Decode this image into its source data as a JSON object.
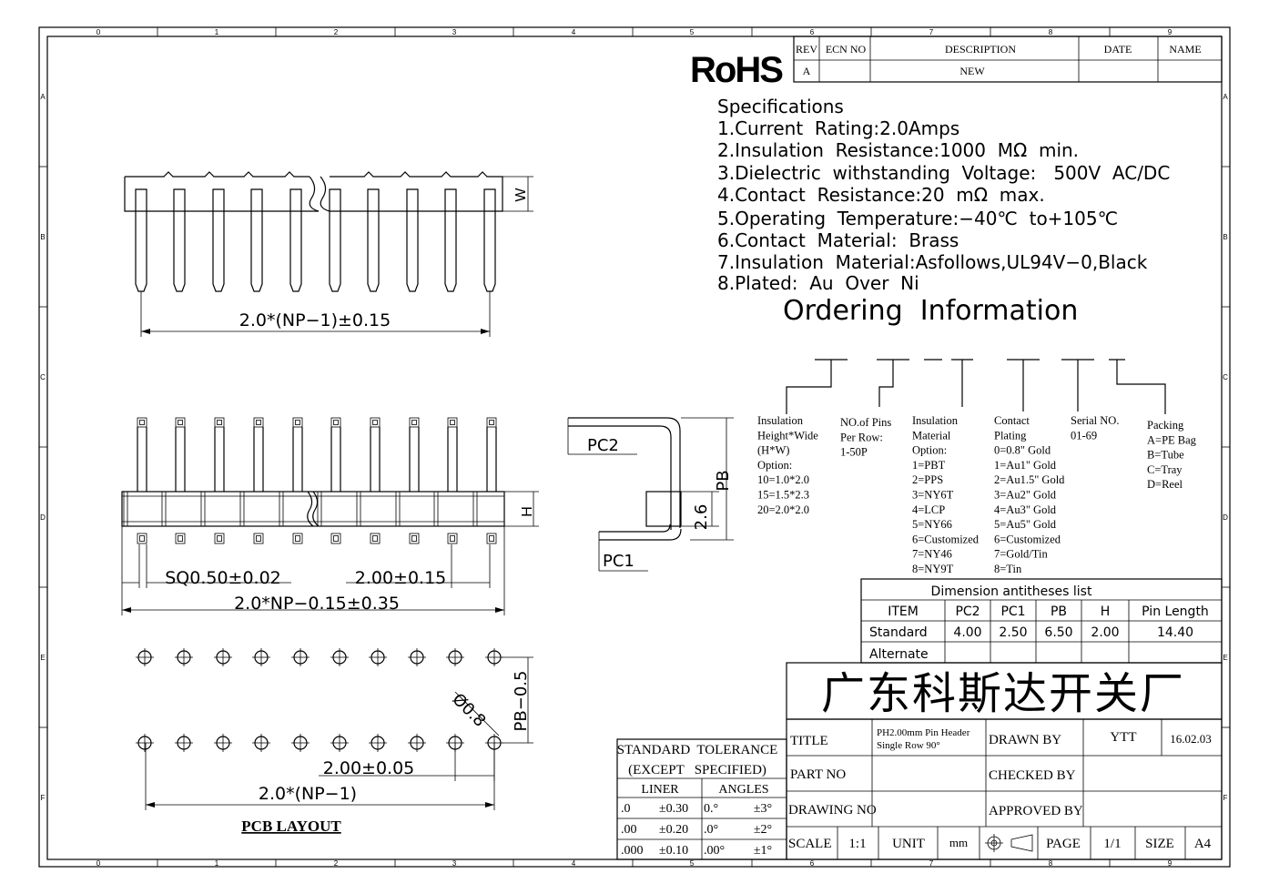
{
  "frame": {
    "col_markers": [
      "0",
      "1",
      "2",
      "3",
      "4",
      "5",
      "6",
      "7",
      "8",
      "9"
    ],
    "row_markers": [
      "A",
      "B",
      "C",
      "D",
      "E",
      "F"
    ]
  },
  "rohs": "RoHS",
  "revision": {
    "headers": [
      "REV",
      "ECN NO",
      "DESCRIPTION",
      "DATE",
      "NAME"
    ],
    "row": [
      "A",
      "",
      "NEW",
      "",
      ""
    ]
  },
  "specs": {
    "title": "Specifications",
    "items": [
      "1.Current  Rating:2.0Amps",
      "2.Insulation  Resistance:1000  MΩ  min.",
      "3.Dielectric  withstanding  Voltage:   500V  AC/DC",
      "4.Contact  Resistance:20  mΩ  max.",
      "5.Operating  Temperature:−40℃  to+105℃",
      "6.Contact  Material:  Brass",
      "7.Insulation  Material:Asfollows,UL94V−0,Black",
      "8.Plated:  Au  Over  Ni"
    ]
  },
  "ordering": {
    "title": "Ordering  Information",
    "groups": [
      {
        "name": "insulation-size",
        "lines": [
          "Insulation",
          "Height*Wide",
          "(H*W)",
          "Option:",
          "10=1.0*2.0",
          "15=1.5*2.3",
          "20=2.0*2.0"
        ]
      },
      {
        "name": "pins-per-row",
        "lines": [
          "NO.of Pins",
          "Per Row:",
          "1-50P"
        ]
      },
      {
        "name": "insulation-material",
        "lines": [
          "Insulation",
          "Material",
          "Option:",
          "1=PBT",
          "2=PPS",
          "3=NY6T",
          "4=LCP",
          "5=NY66",
          "6=Customized",
          "7=NY46",
          "8=NY9T"
        ]
      },
      {
        "name": "contact-plating",
        "lines": [
          "Contact",
          "Plating",
          "0=0.8\" Gold",
          "1=Au1\" Gold",
          "2=Au1.5\" Gold",
          "3=Au2\" Gold",
          "4=Au3\" Gold",
          "5=Au5\" Gold",
          "6=Customized",
          "7=Gold/Tin",
          "8=Tin"
        ]
      },
      {
        "name": "serial-no",
        "lines": [
          "Serial NO.",
          "01-69"
        ]
      },
      {
        "name": "packing",
        "lines": [
          "Packing",
          "A=PE Bag",
          "B=Tube",
          "C=Tray",
          "D=Reel"
        ]
      }
    ]
  },
  "dimension_table": {
    "title": "Dimension antitheses list",
    "headers": [
      "ITEM",
      "PC2",
      "PC1",
      "PB",
      "H",
      "Pin Length"
    ],
    "rows": [
      [
        "Standard",
        "4.00",
        "2.50",
        "6.50",
        "2.00",
        "14.40"
      ],
      [
        "Alternate",
        "",
        "",
        "",
        "",
        ""
      ]
    ]
  },
  "drawing_labels": {
    "top_span": "2.0*(NP−1)±0.15",
    "w": "W",
    "h": "H",
    "sq": "SQ0.50±0.02",
    "pitch": "2.00±0.15",
    "overall": "2.0*NP−0.15±0.35",
    "pc2": "PC2",
    "pc1": "PC1",
    "pb": "PB",
    "two_six": "2.6",
    "pb_half": "PB−0.5",
    "hole": "Ø0.8",
    "pcb_pitch": "2.00±0.05",
    "pcb_span": "2.0*(NP−1)",
    "pcb_layout": "PCB LAYOUT"
  },
  "company": "广东科斯达开关厂",
  "tolerance": {
    "title1": "STANDARD  TOLERANCE",
    "title2": "(EXCEPT   SPECIFIED)",
    "liner": "LINER",
    "angles": "ANGLES",
    "rows": [
      [
        ".0",
        "±0.30",
        "0.°",
        "±3°"
      ],
      [
        ".00",
        "±0.20",
        ".0°",
        "±2°"
      ],
      [
        ".000",
        "±0.10",
        ".00°",
        "±1°"
      ]
    ]
  },
  "title_block": {
    "title_label": "TITLE",
    "title_value_1": "PH2.00mm Pin Header",
    "title_value_2": "Single Row 90°",
    "drawn_by_label": "DRAWN BY",
    "drawn_by": "YTT",
    "date": "16.02.03",
    "part_no_label": "PART NO",
    "checked_by_label": "CHECKED BY",
    "drawing_no_label": "DRAWING NO",
    "approved_by_label": "APPROVED BY",
    "scale_label": "SCALE",
    "scale": "1:1",
    "unit_label": "UNIT",
    "unit": "mm",
    "page_label": "PAGE",
    "page": "1/1",
    "size_label": "SIZE",
    "size": "A4"
  }
}
